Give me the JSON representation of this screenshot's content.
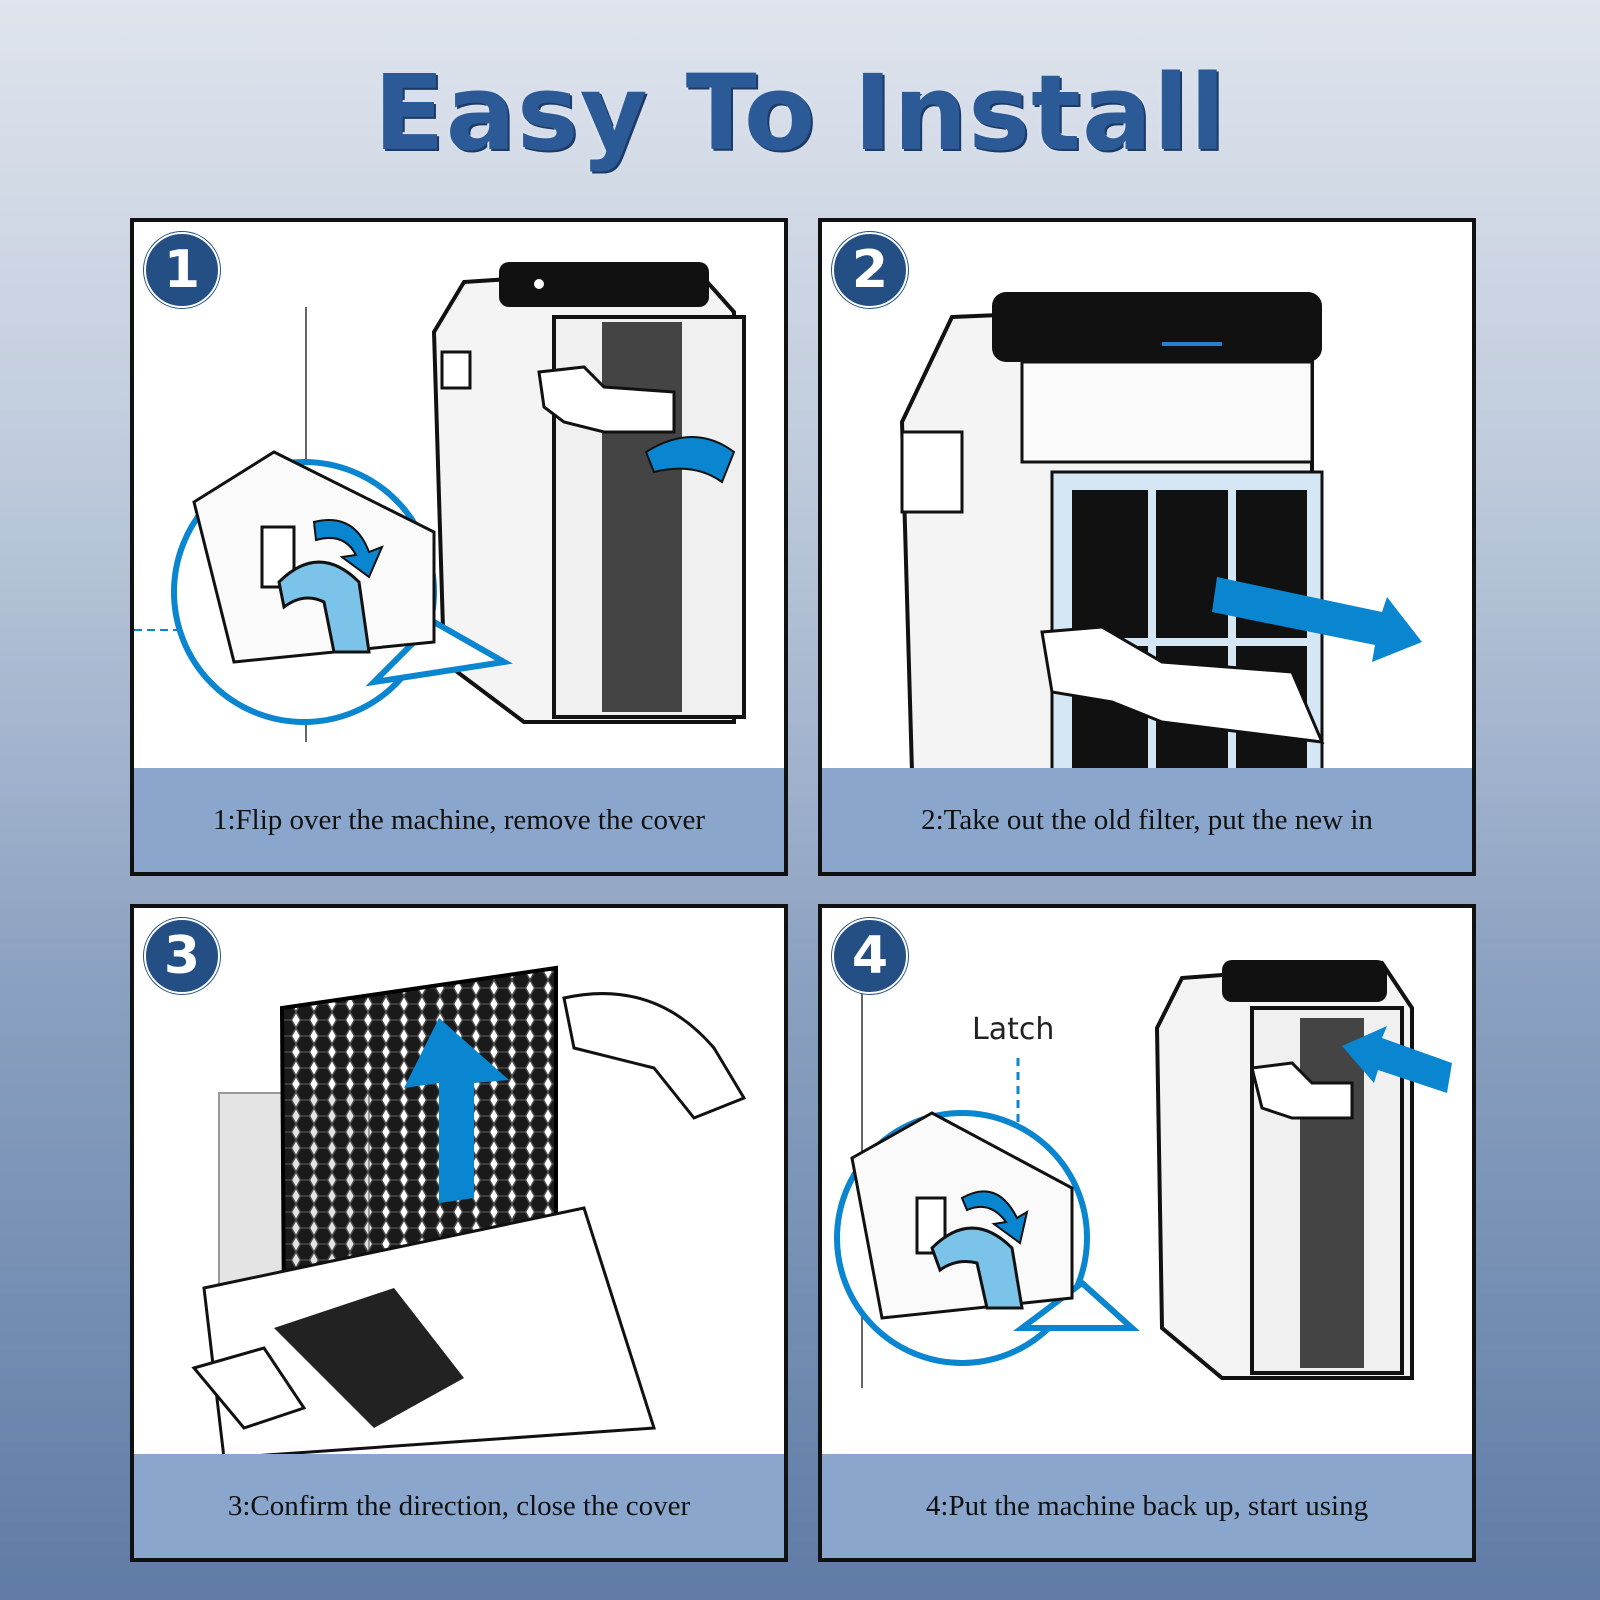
{
  "title": "Easy To Install",
  "steps": [
    {
      "number": "1",
      "caption": "1:Flip over the machine, remove the cover"
    },
    {
      "number": "2",
      "caption": "2:Take out the old filter, put the new in"
    },
    {
      "number": "3",
      "caption": "3:Confirm the direction, close the cover"
    },
    {
      "number": "4",
      "caption": "4:Put the machine back up, start using"
    }
  ],
  "latch_label": "Latch",
  "colors": {
    "accent_blue": "#0a85cf",
    "badge": "#244f85",
    "caption_bg": "#8aa6cc"
  }
}
